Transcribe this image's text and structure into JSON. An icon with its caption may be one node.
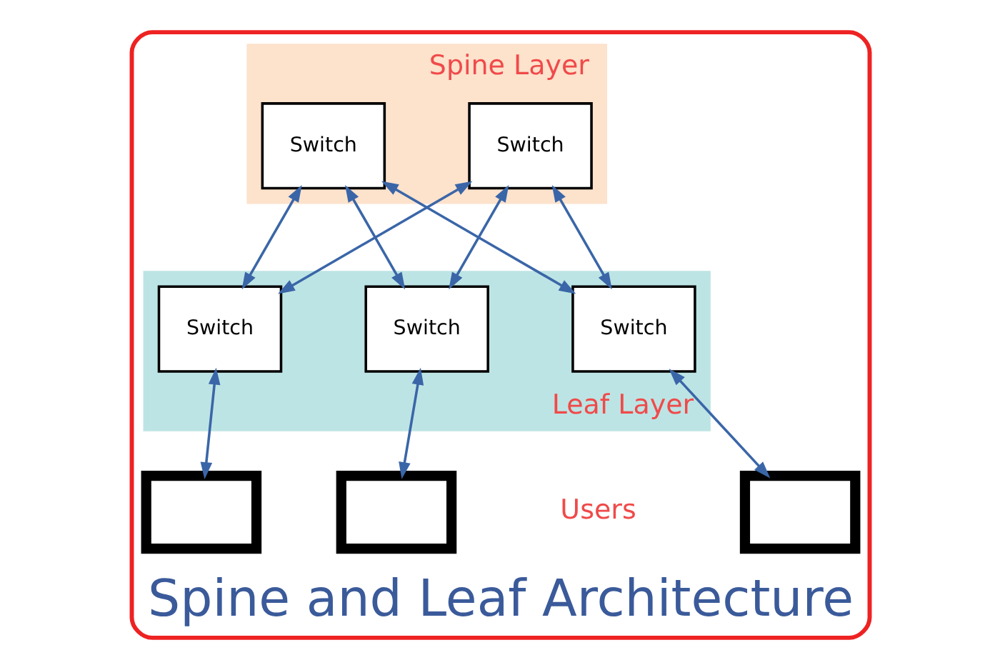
{
  "diagram": {
    "nodes": [
      {
        "text": [
          "Spine and Leaf Architecture"
        ]
      },
      {
        "text": [
          "Spine Layer"
        ],
        "in": 0
      },
      {
        "text": [
          "Switch"
        ],
        "in": 1
      },
      {
        "text": [
          "Switch"
        ],
        "in": 1
      },
      {
        "text": [
          "Leaf Layer"
        ],
        "in": 0
      },
      {
        "text": [
          "Switch"
        ],
        "in": 4
      },
      {
        "text": [
          "Switch"
        ],
        "in": 4
      },
      {
        "text": [
          "Switch"
        ],
        "in": 4
      },
      {
        "text": [],
        "shape": "monitor",
        "in": 0
      },
      {
        "text": [],
        "shape": "monitor",
        "in": 0
      },
      {
        "text": [],
        "shape": "monitor",
        "in": 0
      }
    ],
    "edges": [
      {
        "from": 2,
        "to": 5,
        "arrow": "both"
      },
      {
        "from": 2,
        "to": 6,
        "arrow": "both"
      },
      {
        "from": 2,
        "to": 7,
        "arrow": "both"
      },
      {
        "from": 3,
        "to": 5,
        "arrow": "both"
      },
      {
        "from": 3,
        "to": 6,
        "arrow": "both"
      },
      {
        "from": 3,
        "to": 7,
        "arrow": "both"
      },
      {
        "from": 5,
        "to": 8,
        "arrow": "both"
      },
      {
        "from": 6,
        "to": 9,
        "arrow": "both"
      },
      {
        "from": 7,
        "to": 10,
        "arrow": "both"
      }
    ],
    "labels": [
      "Users"
    ]
  }
}
